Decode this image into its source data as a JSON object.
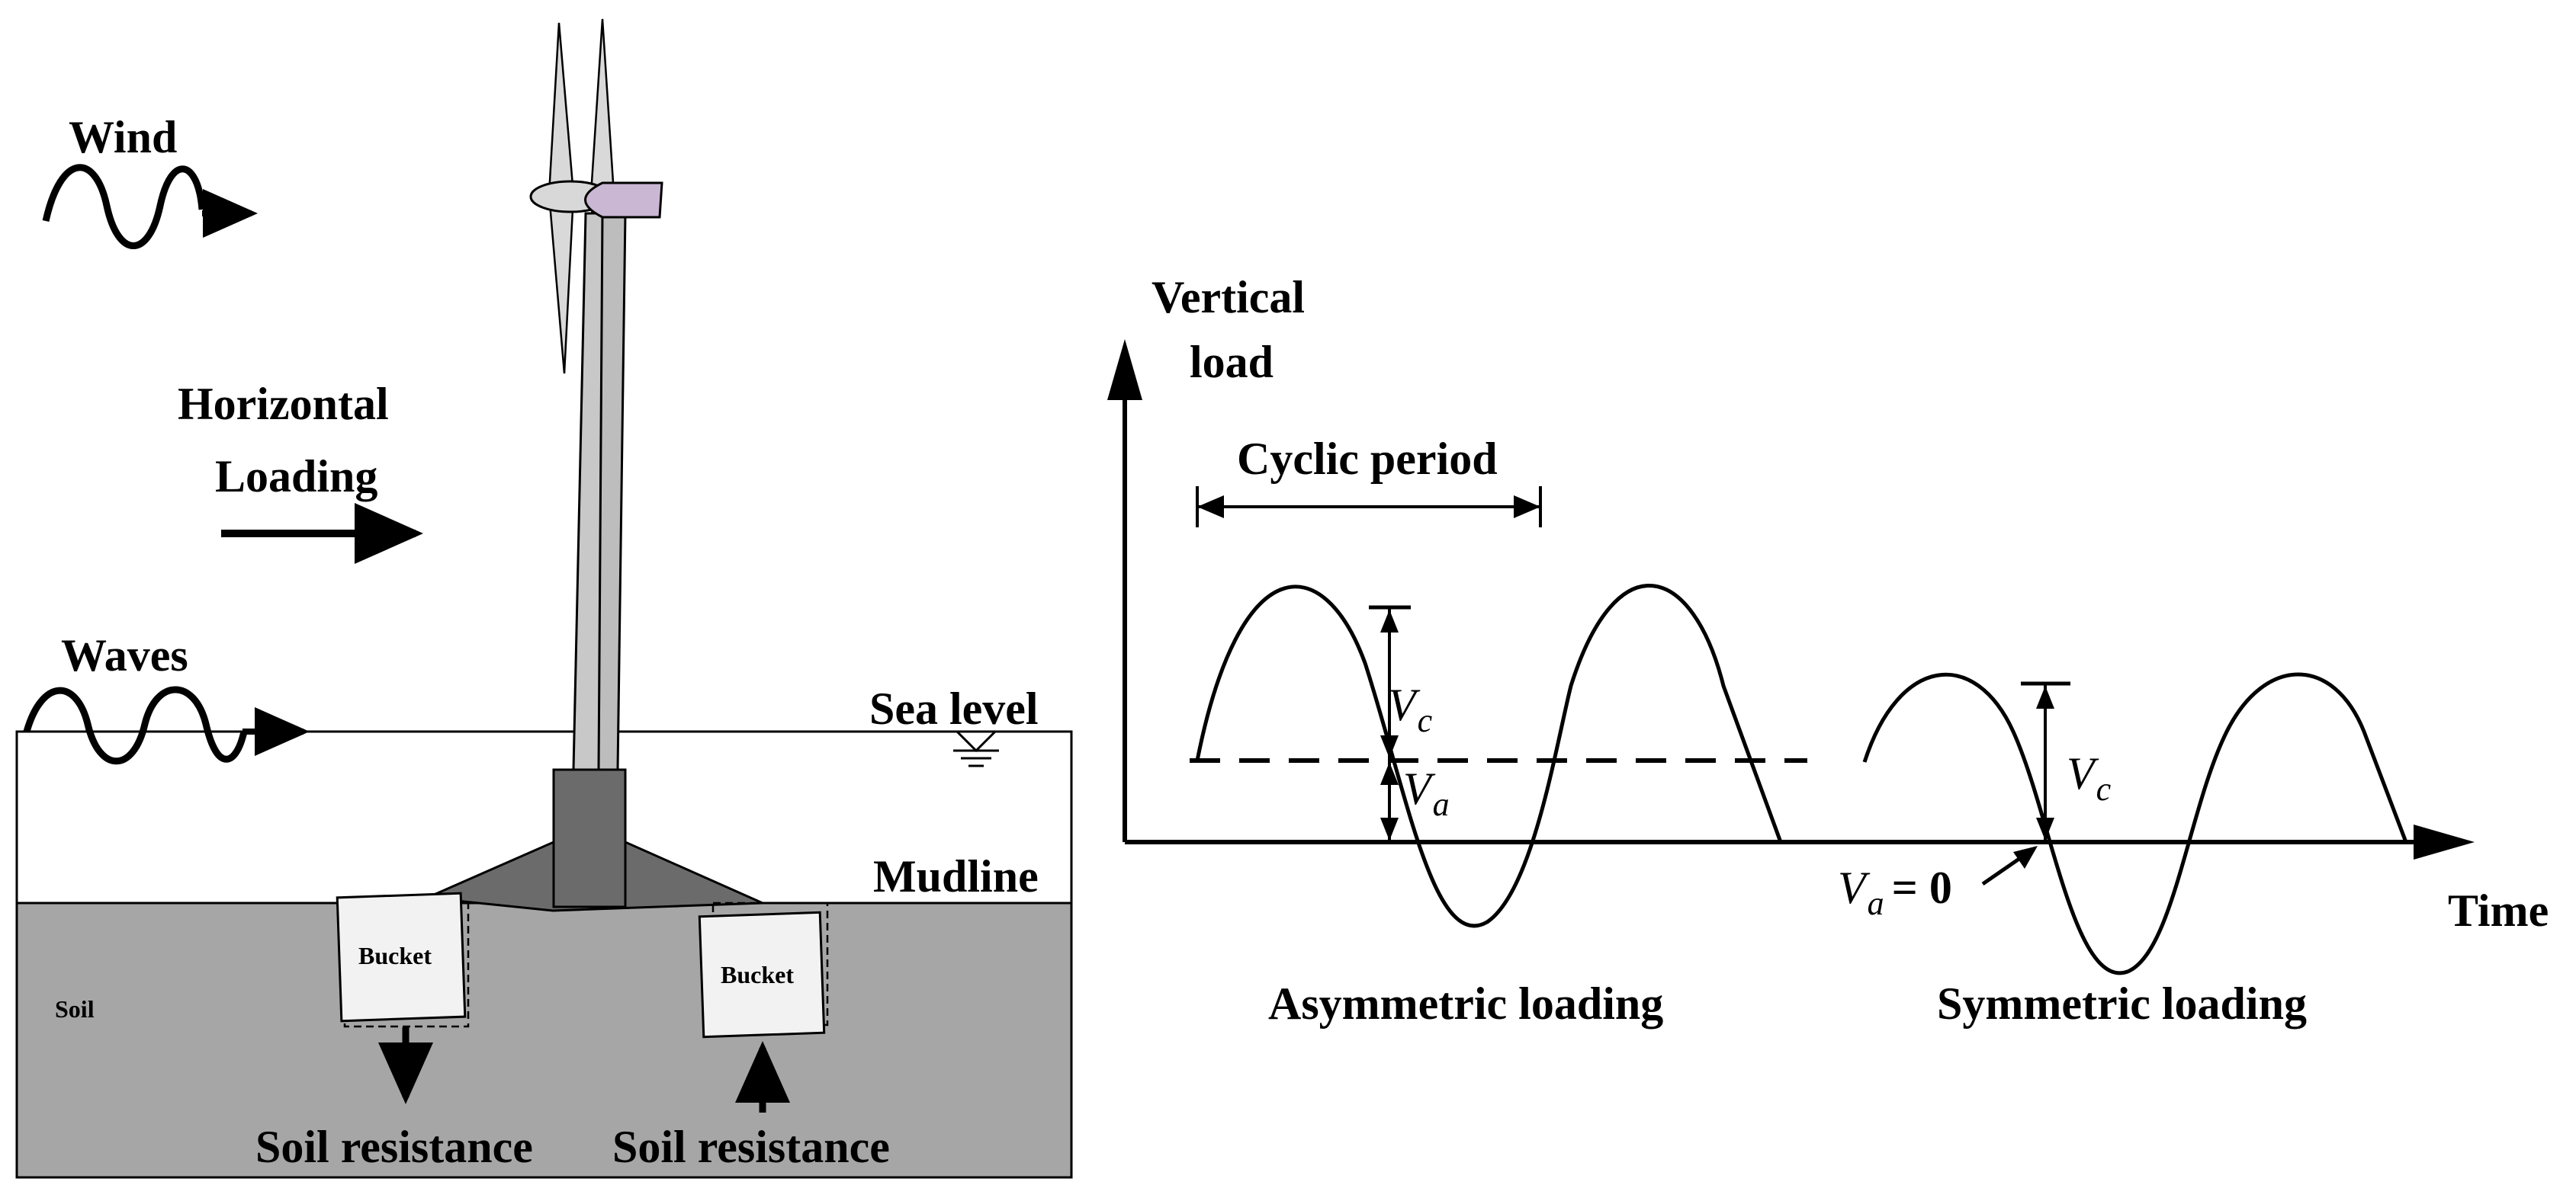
{
  "left_panel": {
    "wind_label": "Wind",
    "horizontal_loading_label_1": "Horizontal",
    "horizontal_loading_label_2": "Loading",
    "waves_label": "Waves",
    "sea_level_label": "Sea level",
    "mudline_label": "Mudline",
    "soil_label": "Soil",
    "bucket_left_label": "Bucket",
    "bucket_right_label": "Bucket",
    "soil_resistance_left": "Soil resistance",
    "soil_resistance_right": "Soil resistance"
  },
  "right_panel": {
    "y_axis_label_1": "Vertical",
    "y_axis_label_2": "load",
    "x_axis_label": "Time",
    "cyclic_period_label": "Cyclic period",
    "vc_symbol": "V",
    "vc_subscript": "c",
    "va_symbol": "V",
    "va_subscript": "a",
    "va_zero_suffix": "= 0",
    "asymmetric_label": "Asymmetric loading",
    "symmetric_label": "Symmetric loading"
  },
  "colors": {
    "soil": "#a6a6a6",
    "tower": "#c8c8c8",
    "foundation": "#6b6b6b",
    "nacelle": "#c9b7d3",
    "bucket": "#f2f2f2"
  }
}
